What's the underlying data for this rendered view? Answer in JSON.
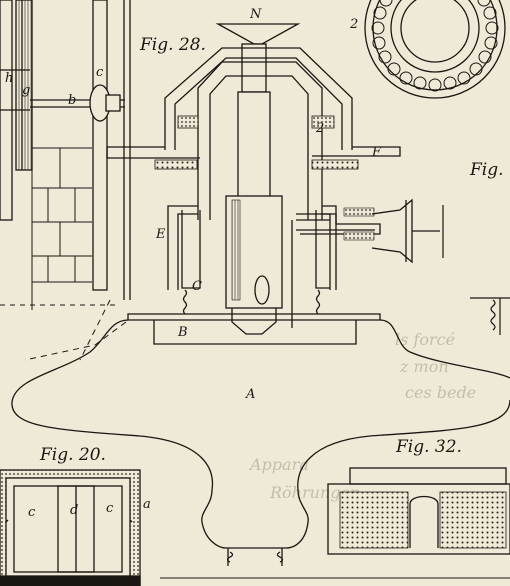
{
  "figures": {
    "fig28": "Fig. 28.",
    "fig20": "Fig. 20.",
    "fig32": "Fig. 32.",
    "fig_edge": "Fig. "
  },
  "letters": {
    "N": "N",
    "two_right": "2",
    "two_inner": "2",
    "F": "F",
    "E": "E",
    "C": "C",
    "B": "B",
    "A": "A",
    "h": "h",
    "g": "g",
    "b": "b",
    "c_left": "c",
    "c20_left": "c",
    "d20": "d",
    "c20_right": "c",
    "a20": "a"
  },
  "colors": {
    "paper": "#efe9d8",
    "ink": "#1a1712",
    "bleed": "#a39a86"
  }
}
